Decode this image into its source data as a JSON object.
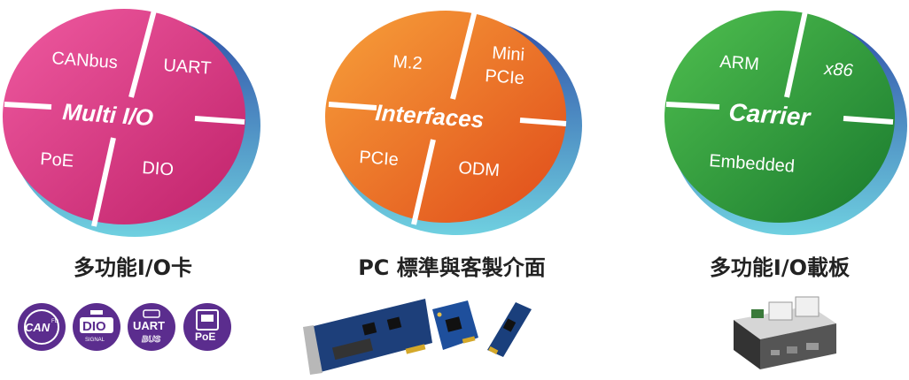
{
  "discs": [
    {
      "title": "Multi I/O",
      "segments": [
        "CANbus",
        "UART",
        "PoE",
        "DIO"
      ],
      "caption": "多功能I/O卡",
      "color_a": "#ef5aa0",
      "color_b": "#c0226a"
    },
    {
      "title": "Interfaces",
      "segments": [
        "M.2",
        "Mini",
        "PCIe",
        "PCIe",
        "ODM"
      ],
      "caption": "PC 標準與客製介面",
      "color_a": "#f7a03a",
      "color_b": "#e04b1a"
    },
    {
      "title": "Carrier",
      "segments": [
        "ARM",
        "x86",
        "Embedded"
      ],
      "caption": "多功能I/O載板",
      "color_a": "#4fbf4f",
      "color_b": "#1a7a2e"
    }
  ],
  "badges": [
    {
      "name": "canfd-icon",
      "main": "CAN",
      "sub": "FD"
    },
    {
      "name": "dio-icon",
      "main": "DIO",
      "sub": "SIGNAL"
    },
    {
      "name": "uart-icon",
      "main": "UART",
      "sub": "BUS"
    },
    {
      "name": "poe-icon",
      "main": "PoE",
      "sub": ""
    }
  ],
  "colors": {
    "shadow_blue": "#2f4fa8",
    "shadow_teal": "#6fd0e0",
    "badge_purple": "#5b2d8e"
  }
}
